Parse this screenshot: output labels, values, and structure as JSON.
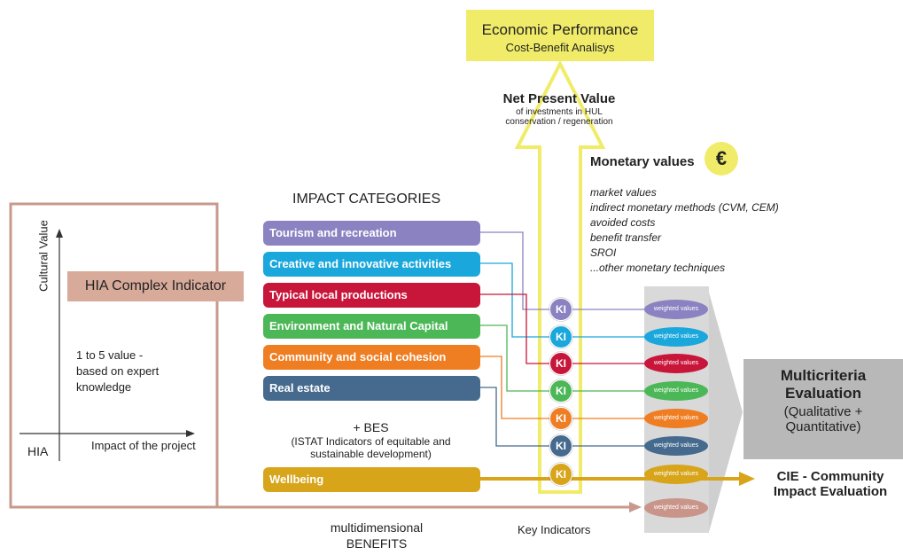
{
  "economic": {
    "title": "Economic Performance",
    "subtitle": "Cost-Benefit Analisys"
  },
  "npv": {
    "title": "Net Present Value",
    "line1": "of investments in HUL",
    "line2": "conservation / regeneration"
  },
  "monetary": {
    "title": "Monetary values",
    "euro": "€",
    "items": [
      "market values",
      "indirect monetary methods (CVM, CEM)",
      "avoided costs",
      "benefit transfer",
      "SROI",
      "...other monetary techniques"
    ]
  },
  "impact_categories_title": "IMPACT CATEGORIES",
  "categories": [
    {
      "label": "Tourism and recreation",
      "color": "#8a82c1"
    },
    {
      "label": "Creative and innovative activities",
      "color": "#1aa7dc"
    },
    {
      "label": "Typical local productions",
      "color": "#c8153a"
    },
    {
      "label": "Environment and Natural Capital",
      "color": "#4cb756"
    },
    {
      "label": "Community and social cohesion",
      "color": "#ef7d22"
    },
    {
      "label": "Real estate",
      "color": "#456a8e"
    }
  ],
  "bes": {
    "title": "+ BES",
    "line1": "(ISTAT Indicators of equitable and",
    "line2": "sustainable development)"
  },
  "wellbeing": {
    "label": "Wellbeing",
    "color": "#d7a41a"
  },
  "ki_label": "KI",
  "weighted_label": "weighted values",
  "weighted_extra_color": "#c9958a",
  "hia": {
    "y_axis": "Cultural Value",
    "indicator": "HIA Complex Indicator",
    "note_line1": "1 to 5 value -",
    "note_line2": "based on expert",
    "note_line3": "knowledge",
    "origin": "HIA",
    "x_axis": "Impact of the project"
  },
  "multicriteria": {
    "title1": "Multicriteria",
    "title2": "Evaluation",
    "sub1": "(Qualitative +",
    "sub2": "Quantitative)"
  },
  "cie": {
    "line1": "CIE - Community",
    "line2": "Impact Evaluation"
  },
  "benefits": {
    "line1": "multidimensional",
    "line2": "BENEFITS"
  },
  "key_indicators": "Key Indicators",
  "colors": {
    "frame": "#c79a8c",
    "arrow_yellow": "#f0ec6a",
    "gold": "#d7a41a",
    "grey_panel": "#b8b8b8"
  }
}
